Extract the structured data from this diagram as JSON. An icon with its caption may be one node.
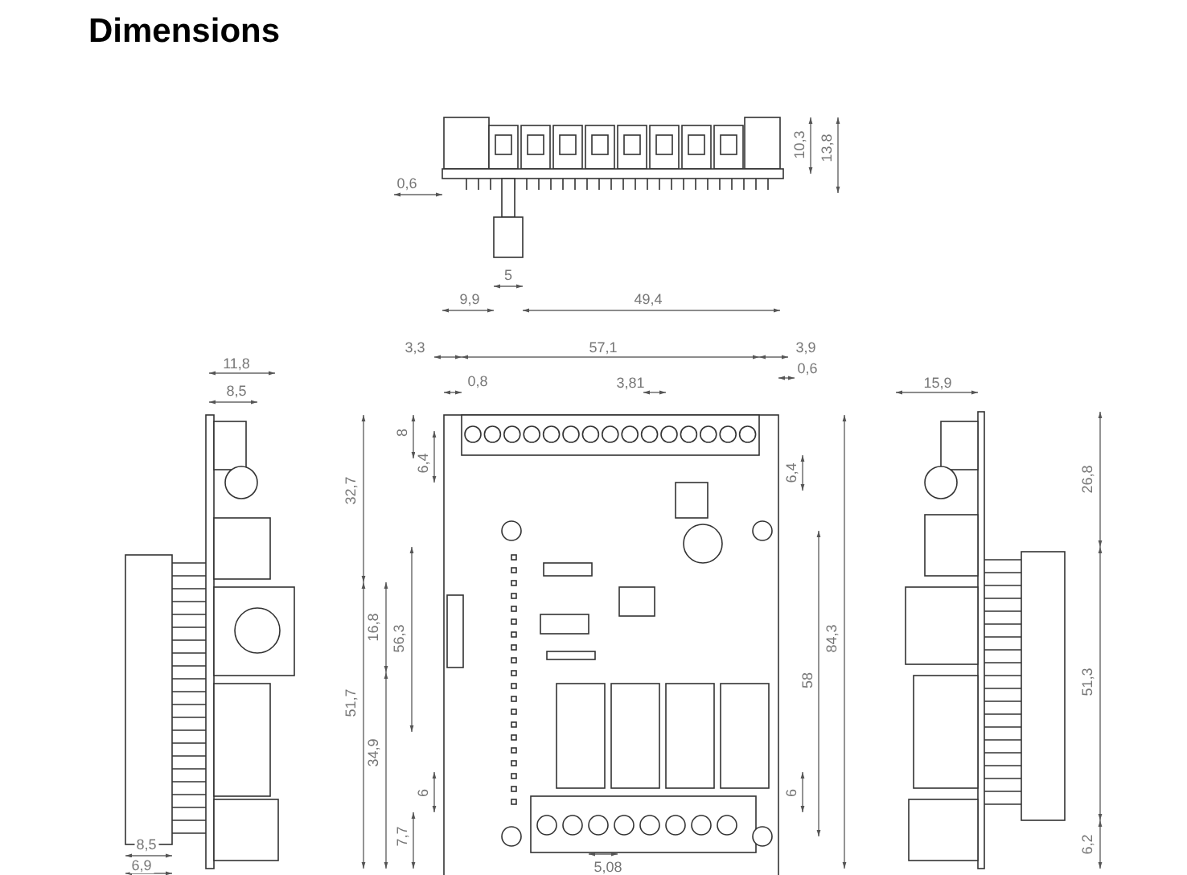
{
  "diagram": {
    "title": "Dimensions",
    "labels": [
      "10,3",
      "13,8",
      "0,6",
      "5",
      "9,9",
      "49,4",
      "11,8",
      "8,5",
      "3,3",
      "57,1",
      "3,9",
      "0,6",
      "0,8",
      "3,81",
      "15,9",
      "8",
      "6,4",
      "32,7",
      "6,4",
      "26,8",
      "16,8",
      "56,3",
      "84,3",
      "58",
      "51,7",
      "51,3",
      "34,9",
      "6",
      "6",
      "7,7",
      "6,2",
      "8,5",
      "6,9",
      "5,08"
    ]
  }
}
